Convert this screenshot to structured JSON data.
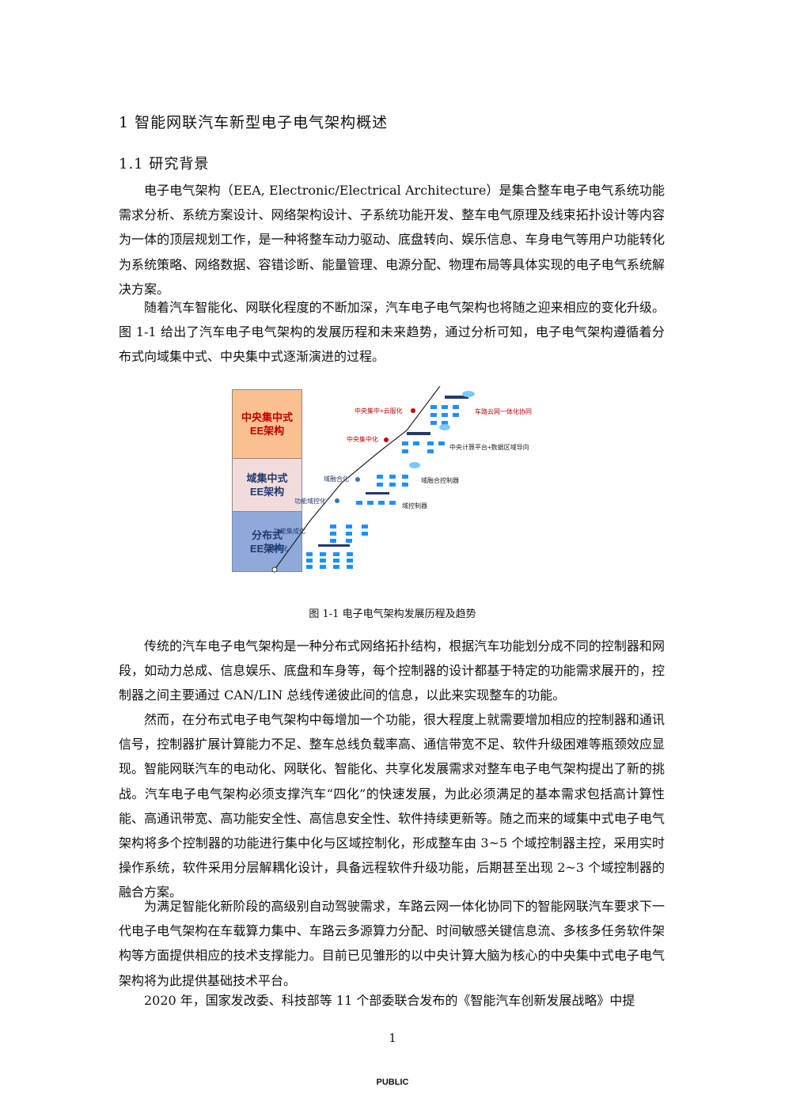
{
  "heading1": "1   智能网联汽车新型电子电气架构概述",
  "heading2": "1.1   研究背景",
  "paragraphs": [
    "电子电气架构（EEA, Electronic/Electrical Architecture）是集合整车电子电气系统功能需求分析、系统方案设计、网络架构设计、子系统功能开发、整车电气原理及线束拓扑设计等内容为一体的顶层规划工作，是一种将整车动力驱动、底盘转向、娱乐信息、车身电气等用户功能转化为系统策略、网络数据、容错诊断、能量管理、电源分配、物理布局等具体实现的电子电气系统解决方案。",
    "随着汽车智能化、网联化程度的不断加深，汽车电子电气架构也将随之迎来相应的变化升级。图 1-1 给出了汽车电子电气架构的发展历程和未来趋势，通过分析可知，电子电气架构遵循着分布式向域集中式、中央集中式逐渐演进的过程。",
    "传统的汽车电子电气架构是一种分布式网络拓扑结构，根据汽车功能划分成不同的控制器和网段，如动力总成、信息娱乐、底盘和车身等，每个控制器的设计都基于特定的功能需求展开的，控制器之间主要通过 CAN/LIN 总线传递彼此间的信息，以此来实现整车的功能。",
    "然而，在分布式电子电气架构中每增加一个功能，很大程度上就需要增加相应的控制器和通讯信号，控制器扩展计算能力不足、整车总线负载率高、通信带宽不足、软件升级困难等瓶颈效应显现。智能网联汽车的电动化、网联化、智能化、共享化发展需求对整车电子电气架构提出了新的挑战。汽车电子电气架构必须支撑汽车“四化”的快速发展，为此必须满足的基本需求包括高计算性能、高通讯带宽、高功能安全性、高信息安全性、软件持续更新等。随之而来的域集中式电子电气架构将多个控制器的功能进行集中化与区域控制化，形成整车由 3~5 个域控制器主控，采用实时操作系统，软件采用分层解耦化设计，具备远程软件升级功能，后期甚至出现 2~3 个域控制器的融合方案。",
    "为满足智能化新阶段的高级别自动驾驶需求，车路云网一体化协同下的智能网联汽车要求下一代电子电气架构在车载算力集中、车路云多源算力分配、时间敏感关键信息流、多核多任务软件架构等方面提供相应的技术支撑能力。目前已见雏形的以中央计算大脑为核心的中央集中式电子电气架构将为此提供基础技术平台。",
    "2020 年，国家发改委、科技部等 11 个部委联合发布的《智能汽车创新发展战略》中提"
  ],
  "figure": {
    "blocks": [
      "中央集中式\nEE架构",
      "域集中式\nEE架构",
      "分布式\nEE架构"
    ],
    "labels": {
      "central_cloud": "中央集中+云服化",
      "central": "中央集中化",
      "domain_fusion": "域融合化",
      "domain_ctrl": "功能域控化",
      "func_integration": "功能集成化",
      "modular": "模块化",
      "vehicle_road_cloud": "车路云网一体化协同",
      "central_compute": "中央计算平台+数据区域导向",
      "domain_fusion_ctrl": "域融合控制器",
      "domain_controller": "域控制器"
    },
    "colors": {
      "central": "#fac090",
      "domain": "#f2dcdb",
      "distributed": "#8eaadb",
      "accent_red": "#c00000",
      "accent_blue": "#1f3a6e"
    }
  },
  "caption": "图 1-1  电子电气架构发展历程及趋势",
  "page_number": "1",
  "footer": "PUBLIC"
}
